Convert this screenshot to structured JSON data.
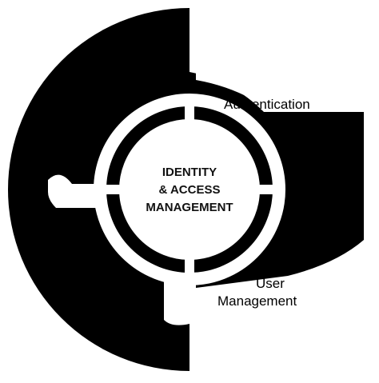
{
  "center": {
    "line1": "IDENTITY",
    "line2": "& ACCESS",
    "line3": "MANAGEMENT"
  },
  "segments": [
    {
      "id": "top-right",
      "label": "Authentication"
    },
    {
      "id": "bottom-right",
      "label_line1": "User",
      "label_line2": "Management"
    }
  ],
  "colors": {
    "ring": "#000000",
    "background": "#ffffff",
    "text": "#000000"
  }
}
